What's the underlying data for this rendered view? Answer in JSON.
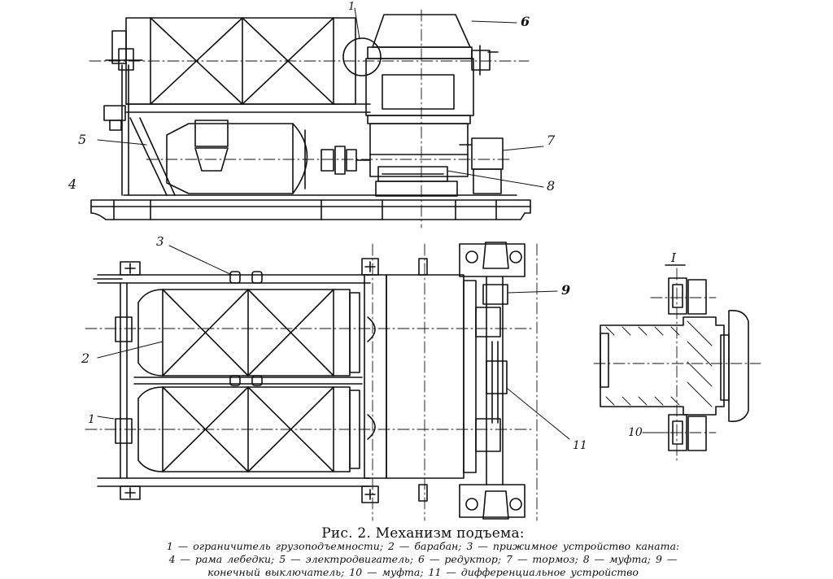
{
  "labels": {
    "top_view": {
      "l1": "1",
      "l4": "4",
      "l5": "5",
      "l6": "6",
      "l7": "7",
      "l8": "8"
    },
    "plan_view": {
      "l1": "1",
      "l2": "2",
      "l3": "3",
      "l9": "9",
      "l11": "11"
    },
    "detail": {
      "title": "I",
      "l10": "10"
    }
  },
  "caption": {
    "title": "Рис. 2. Механизм подъема:",
    "line1": "1 — ограничитель грузоподъемности; 2 — барабан; 3 — прижимное устройство каната:",
    "line2": "4 — рама лебедки; 5 — электродвигатель; 6 — редуктор; 7 — тормоз; 8 — муфта; 9 —",
    "line3": "конечный выключатель; 10 — муфта; 11 — дифференциальное устройство"
  }
}
